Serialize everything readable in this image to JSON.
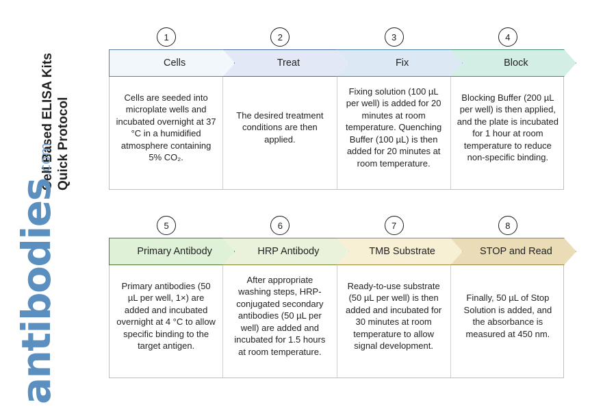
{
  "title": {
    "line1": "Cell Based ELISA Kits",
    "line2": "Quick Protocol",
    "full": "Cell Based ELISA Kits\nQuick Protocol"
  },
  "brand": {
    "name": "antibodies",
    "tld": ".com",
    "color": "#5b8fc0"
  },
  "rows": [
    {
      "id": "row-1",
      "steps": [
        {
          "number": "1",
          "label": "Cells",
          "fill": "#f2f7fc",
          "stroke": "#5b7fa8",
          "body": "Cells are seeded into microplate wells and incubated overnight at 37 °C in a humidified atmosphere containing 5% CO₂."
        },
        {
          "number": "2",
          "label": "Treat",
          "fill": "#e3e8f7",
          "stroke": "#4a6ba8",
          "body": "The desired treatment conditions are then applied."
        },
        {
          "number": "3",
          "label": "Fix",
          "fill": "#dce9f5",
          "stroke": "#4a7fa8",
          "body": "Fixing solution (100 µL per well) is added for 20 minutes at room temperature. Quenching Buffer (100 µL) is then added for 20 minutes at room temperature."
        },
        {
          "number": "4",
          "label": "Block",
          "fill": "#d3eee5",
          "stroke": "#3f8a78",
          "body": "Blocking Buffer (200 µL per well) is then applied, and the plate is incubated for 1 hour at room temperature to reduce non-specific binding."
        }
      ]
    },
    {
      "id": "row-2",
      "steps": [
        {
          "number": "5",
          "label": "Primary Antibody",
          "fill": "#dff2d8",
          "stroke": "#4e7a33",
          "body": "Primary antibodies (50 µL per well, 1×) are added and incubated overnight at 4 °C to allow specific binding to the target antigen."
        },
        {
          "number": "6",
          "label": "HRP Antibody",
          "fill": "#eaf2dc",
          "stroke": "#7d8a33",
          "body": "After appropriate washing steps, HRP-conjugated secondary antibodies (50 µL per well) are added and incubated for 1.5 hours at room temperature."
        },
        {
          "number": "7",
          "label": "TMB Substrate",
          "fill": "#f7f0d4",
          "stroke": "#a08a3a",
          "body": "Ready-to-use substrate (50 µL per well) is then added and incubated for 30 minutes at room temperature to allow signal development."
        },
        {
          "number": "8",
          "label": "STOP and Read",
          "fill": "#ebdcb8",
          "stroke": "#a08540",
          "body": "Finally, 50 µL of Stop Solution is added, and the absorbance is measured at 450 nm."
        }
      ]
    }
  ]
}
